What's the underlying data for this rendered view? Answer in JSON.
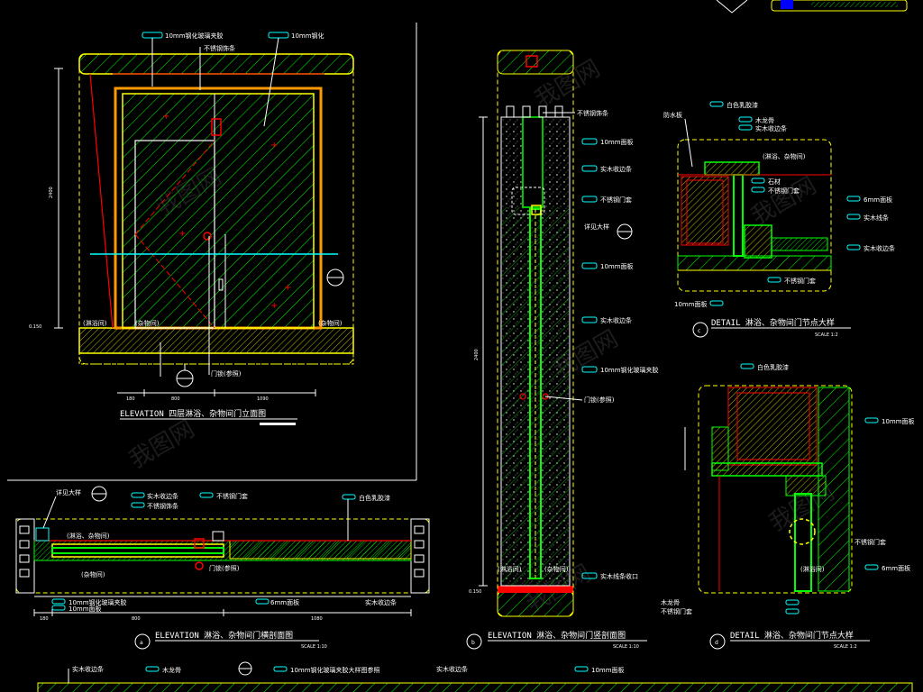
{
  "titles": {
    "main_elevation": "ELEVATION  四层淋浴、杂物间门立面图",
    "section_a": "ELEVATION  淋浴、杂物间门横剖面图",
    "section_b": "ELEVATION    淋浴、杂物间门竖剖面图",
    "detail_c": "DETAIL 淋浴、杂物间门节点大样",
    "detail_d": "DETAIL 淋浴、杂物间门节点大样"
  },
  "markers": {
    "a": "a",
    "b": "b",
    "c": "c",
    "d": "d"
  },
  "scales": {
    "a": "SCALE 1:10",
    "b": "SCALE 1:10",
    "c": "SCALE 1:2",
    "d": "SCALE 1:2"
  },
  "watermark": "我图网",
  "labels": {
    "m1": "10mm钢化玻璃夹胶",
    "m2": "10mm钢化",
    "m3": "不锈钢饰条",
    "m4": "(淋浴间)",
    "m5": "(杂物间)",
    "m6": "门锁(参照)",
    "m7": "0.150",
    "s1": "不锈钢饰条",
    "s2": "10mm面板",
    "s3": "实木收边条",
    "s4": "不锈钢门套",
    "s5": "详见大样",
    "s6": "10mm面板",
    "s7": "实木收边条",
    "s8": "10mm钢化玻璃夹胶",
    "s9": "门锁(参照)",
    "s10": "(淋浴间)",
    "s11": "(杂物间)",
    "s12": "实木线条收口",
    "s13": "0.150",
    "c1": "防水板",
    "c2": "白色乳胶漆",
    "c3": "木龙骨",
    "c4": "实木收边条",
    "c5": "(淋浴、杂物间)",
    "c6": "石材",
    "c7": "不锈钢门套",
    "c8": "6mm面板",
    "c9": "实木线条",
    "c10": "10mm面板",
    "d1": "白色乳胶漆",
    "d2": "10mm面板",
    "d3": "不锈钢门套",
    "d4": "不锈钢门套",
    "d5": "木龙骨",
    "d6": "(淋浴间)",
    "d7": "6mm面板",
    "a1": "详见大样",
    "a2": "实木收边条",
    "a3": "不锈钢饰条",
    "a4": "(淋浴、杂物间)",
    "a5": "不锈钢门套",
    "a6": "白色乳胶漆",
    "a7": "(杂物间)",
    "a8": "门锁(参照)",
    "a9": "10mm钢化玻璃夹胶",
    "a10": "10mm面板",
    "a11": "实木收边条",
    "a12": "6mm面板",
    "b1": "木龙骨",
    "b2": "不锈钢门套",
    "b3": "10mm钢化玻璃夹胶大样图参照"
  },
  "dims": {
    "h1": "180",
    "h2": "800",
    "h3": "1090",
    "v1": "2400",
    "v2": "2400",
    "ha1": "180",
    "ha2": "800",
    "ha3": "1080"
  },
  "colors": {
    "yellow": "#ffff00",
    "green": "#00ff00",
    "cyan": "#00ffff",
    "red": "#ff0000",
    "white": "#ffffff",
    "magenta": "#ff00ff",
    "blue": "#0000ff"
  }
}
